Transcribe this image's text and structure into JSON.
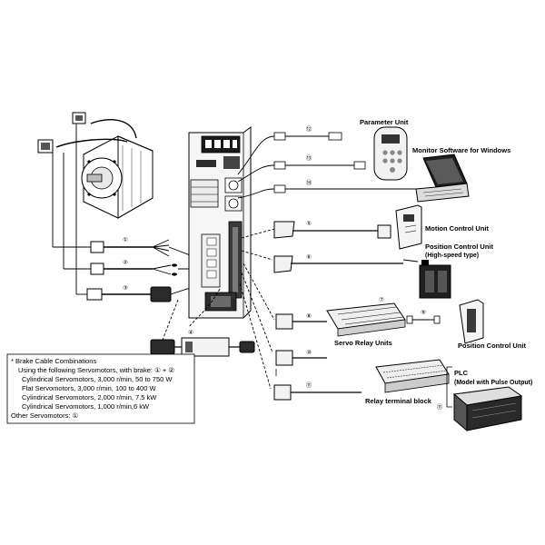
{
  "labels": {
    "parameter_unit": "Parameter Unit",
    "monitor_software": "Monitor Software for Windows",
    "motion_control_unit": "Motion Control Unit",
    "position_control_unit_hs_1": "Position Control Unit",
    "position_control_unit_hs_2": "(High-speed type)",
    "servo_relay_units": "Servo Relay Units",
    "position_control_unit": "Position Control Unit",
    "plc_1": "PLC",
    "plc_2": "(Model with Pulse Output)",
    "relay_terminal_block": "Relay terminal block"
  },
  "cable_numbers": [
    "①",
    "②",
    "③",
    "④",
    "⑤",
    "⑥",
    "⑦",
    "⑧",
    "⑨",
    "⑩",
    "⑪",
    "⑫",
    "⑬",
    "⑭"
  ],
  "legend": {
    "title": "* Brake Cable Combinations",
    "lines": [
      "Using the following Servomotors, with brake: ① + ②",
      "Cylindrical Servomotors, 3,000 r/min, 50 to 750 W",
      "Flat Servomotors, 3,000 r/min, 100 to 400 W",
      "Cylindrical Servomotors, 2,000 r/min, 7.5 kW",
      "Cylindrical Servomotors, 1,000 r/min,6 kW"
    ],
    "other": "Other Servomotors: ①"
  }
}
